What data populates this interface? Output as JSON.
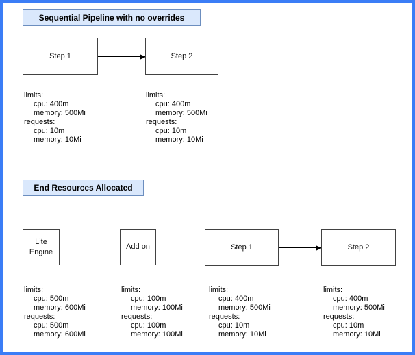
{
  "colors": {
    "page_border": "#3b7df6",
    "title_fill": "#dae8fc",
    "title_border": "#6c8ebf",
    "node_border": "#424242",
    "arrow": "#000000",
    "text": "#000000"
  },
  "sections": [
    {
      "title": "Sequential Pipeline with no overrides",
      "nodes": [
        {
          "label": "Step 1"
        },
        {
          "label": "Step 2"
        }
      ],
      "resources": [
        {
          "lines": [
            "limits:",
            "cpu: 400m",
            "memory: 500Mi",
            "requests:",
            "cpu: 10m",
            "memory: 10Mi"
          ]
        },
        {
          "lines": [
            "limits:",
            "cpu: 400m",
            "memory: 500Mi",
            "requests:",
            "cpu: 10m",
            "memory: 10Mi"
          ]
        }
      ]
    },
    {
      "title": "End Resources Allocated",
      "nodes": [
        {
          "label": "Lite Engine"
        },
        {
          "label": "Add on"
        },
        {
          "label": "Step 1"
        },
        {
          "label": "Step 2"
        }
      ],
      "resources": [
        {
          "lines": [
            "limits:",
            "cpu: 500m",
            "memory: 600Mi",
            "requests:",
            "cpu: 500m",
            "memory: 600Mi"
          ]
        },
        {
          "lines": [
            "limits:",
            "cpu: 100m",
            "memory: 100Mi",
            "requests:",
            "cpu: 100m",
            "memory: 100Mi"
          ]
        },
        {
          "lines": [
            "limits:",
            "cpu: 400m",
            "memory: 500Mi",
            "requests:",
            "cpu: 10m",
            "memory: 10Mi"
          ]
        },
        {
          "lines": [
            "limits:",
            "cpu: 400m",
            "memory: 500Mi",
            "requests:",
            "cpu: 10m",
            "memory: 10Mi"
          ]
        }
      ]
    }
  ]
}
